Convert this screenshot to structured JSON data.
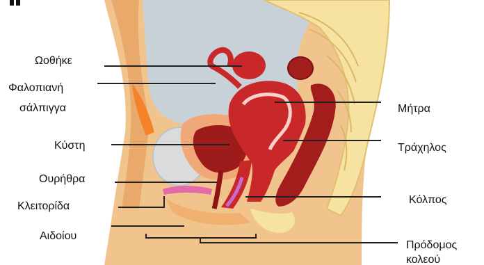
{
  "labels": {
    "ovary": "Ωοθήκε",
    "fallopian_line1": "Φαλοπιανή",
    "fallopian_line2": "σάλπιγγα",
    "bladder": "Κύστη",
    "urethra": "Ουρήθρα",
    "clitoris": "Κλειτορίδα",
    "vulva": "Αιδοίου",
    "uterus": "Μήτρα",
    "cervix": "Τράχηλος",
    "vagina": "Κόλπος",
    "vestibule_line1": "Πρόδομος",
    "vestibule_line2": "κολεού"
  },
  "colors": {
    "skin": "#f2c48d",
    "skin_dark": "#e8a96a",
    "spine": "#f6e3a1",
    "cavity": "#c9d1d8",
    "uterus": "#c8282a",
    "uterus_dark": "#8e1414",
    "bladder": "#9e1b1b",
    "vagina_lining": "#c86ad6",
    "fat": "#f5822a",
    "leader": "#222222"
  }
}
